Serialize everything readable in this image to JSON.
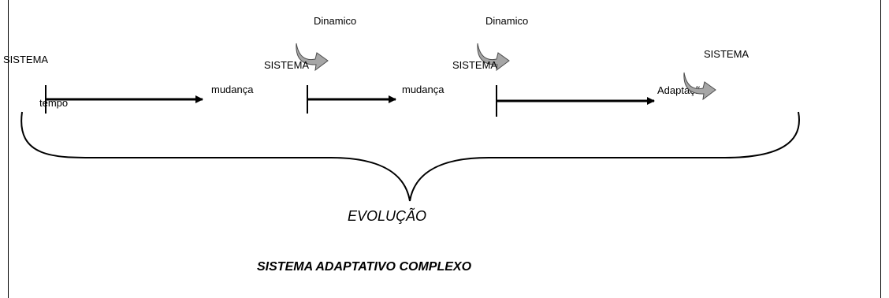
{
  "diagram": {
    "title": "SISTEMA ADAPTATIVO COMPLEXO",
    "evolution_label": "EVOLUÇÃO",
    "stages": [
      {
        "system_label": "SISTEMA",
        "axis_label": "tempo",
        "change_label": "mudança"
      },
      {
        "system_label": "SISTEMA",
        "dynamic_label": "Dinamico",
        "change_label": "mudança"
      },
      {
        "system_label": "SISTEMA",
        "dynamic_label": "Dinamico",
        "change_label": "Adaptação"
      },
      {
        "system_label": "SISTEMA"
      }
    ],
    "icons": [
      "curved-arrow-icon",
      "curved-arrow-icon",
      "curved-arrow-icon"
    ],
    "colors": {
      "line": "#000000",
      "arrow_fill": "#a6a6a6",
      "arrow_stroke": "#4d4d4d"
    }
  }
}
